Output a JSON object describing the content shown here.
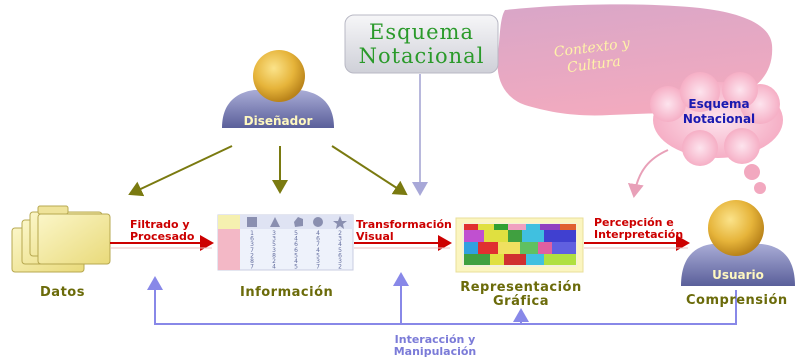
{
  "notational_box": {
    "title_line1": "Esquema",
    "title_line2": "Notacional"
  },
  "context_cloud": {
    "line1": "Contexto y",
    "line2": "Cultura"
  },
  "thought_cloud": {
    "line1": "Esquema",
    "line2": "Notacional"
  },
  "designer": {
    "label": "Diseñador"
  },
  "user": {
    "label": "Usuario"
  },
  "nodes": {
    "datos": "Datos",
    "informacion": "Información",
    "representacion_line1": "Representación",
    "representacion_line2": "Gráfica",
    "comprension": "Comprensión"
  },
  "process_labels": {
    "filtrado_line1": "Filtrado y",
    "filtrado_line2": "Procesado",
    "transformacion_line1": "Transformación",
    "transformacion_line2": "Visual",
    "percepcion_line1": "Percepción e",
    "percepcion_line2": "Interpretación"
  },
  "feedback": {
    "line1": "Interacción y",
    "line2": "Manipulación"
  },
  "table_values": [
    [
      "1",
      "3",
      "5",
      "4",
      "2"
    ],
    [
      "6",
      "3",
      "4",
      "6",
      "3"
    ],
    [
      "3",
      "5",
      "6",
      "7",
      "4"
    ],
    [
      "7",
      "3",
      "6",
      "4",
      "5"
    ],
    [
      "2",
      "8",
      "5",
      "5",
      "6"
    ],
    [
      "8",
      "2",
      "4",
      "3",
      "3"
    ],
    [
      "7",
      "4",
      "5",
      "7",
      "2"
    ]
  ],
  "colors": {
    "flow_arrow": "#cc0000",
    "designer_arrow": "#7a7a10",
    "feedback_arrow": "#8888e8",
    "process_label": "#cc0000",
    "node_label": "#6b6b0a",
    "notational_text": "#2a9a2a",
    "thought_text": "#1a1ab0"
  }
}
